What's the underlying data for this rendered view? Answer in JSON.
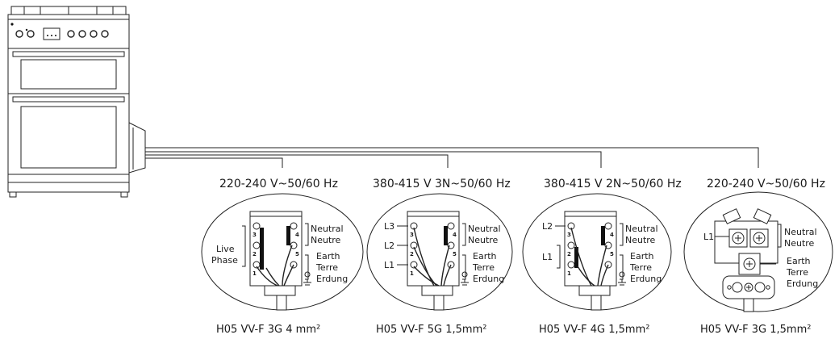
{
  "diagrams": [
    {
      "voltage": "220-240 V~50/60 Hz",
      "cable": "H05 VV-F 3G 4 mm²",
      "left_labels": [
        "Live",
        "Phase"
      ],
      "right_top": [
        "Neutral",
        "Neutre"
      ],
      "right_bottom": [
        "Earth",
        "Terre",
        "Erdung"
      ],
      "terminals": [
        "3",
        "2",
        "1",
        "4",
        "5"
      ]
    },
    {
      "voltage": "380-415 V 3N~50/60 Hz",
      "cable": "H05 VV-F 5G 1,5mm²",
      "left_labels": [
        "L3",
        "L2",
        "L1"
      ],
      "right_top": [
        "Neutral",
        "Neutre"
      ],
      "right_bottom": [
        "Earth",
        "Terre",
        "Erdung"
      ],
      "terminals": [
        "3",
        "2",
        "1",
        "4",
        "5"
      ]
    },
    {
      "voltage": "380-415 V 2N~50/60 Hz",
      "cable": "H05 VV-F 4G 1,5mm²",
      "left_labels": [
        "L2",
        "L1"
      ],
      "right_top": [
        "Neutral",
        "Neutre"
      ],
      "right_bottom": [
        "Earth",
        "Terre",
        "Erdung"
      ],
      "terminals": [
        "3",
        "2",
        "1",
        "4",
        "5"
      ]
    },
    {
      "voltage": "220-240 V~50/60 Hz",
      "cable": "H05 VV-F 3G 1,5mm²",
      "left_labels": [
        "L1"
      ],
      "right_top": [
        "Neutral",
        "Neutre"
      ],
      "right_bottom": [
        "Earth",
        "Terre",
        "Erdung"
      ]
    }
  ]
}
